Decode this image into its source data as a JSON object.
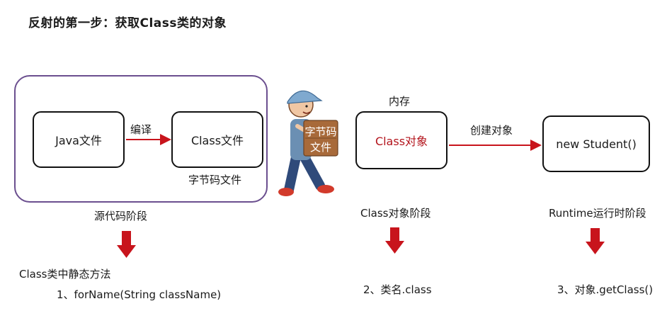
{
  "title": "反射的第一步：获取Class类的对象",
  "source_stage": {
    "java_file": "Java文件",
    "compile_label": "编译",
    "class_file": "Class文件",
    "bytecode_caption": "字节码文件",
    "stage_label": "源代码阶段",
    "method_heading": "Class类中静态方法",
    "method": "1、forName(String className)"
  },
  "carrier": {
    "box_text_line1": "字节码",
    "box_text_line2": "文件"
  },
  "class_stage": {
    "memory_label": "内存",
    "class_object": "Class对象",
    "create_label": "创建对象",
    "stage_label": "Class对象阶段",
    "method": "2、类名.class"
  },
  "runtime_stage": {
    "new_student": "new Student()",
    "stage_label": "Runtime运行时阶段",
    "method": "3、对象.getClass()"
  },
  "colors": {
    "arrow_red": "#c8141c",
    "class_object_text": "#b3141c",
    "group_border": "#6b4f8f"
  }
}
